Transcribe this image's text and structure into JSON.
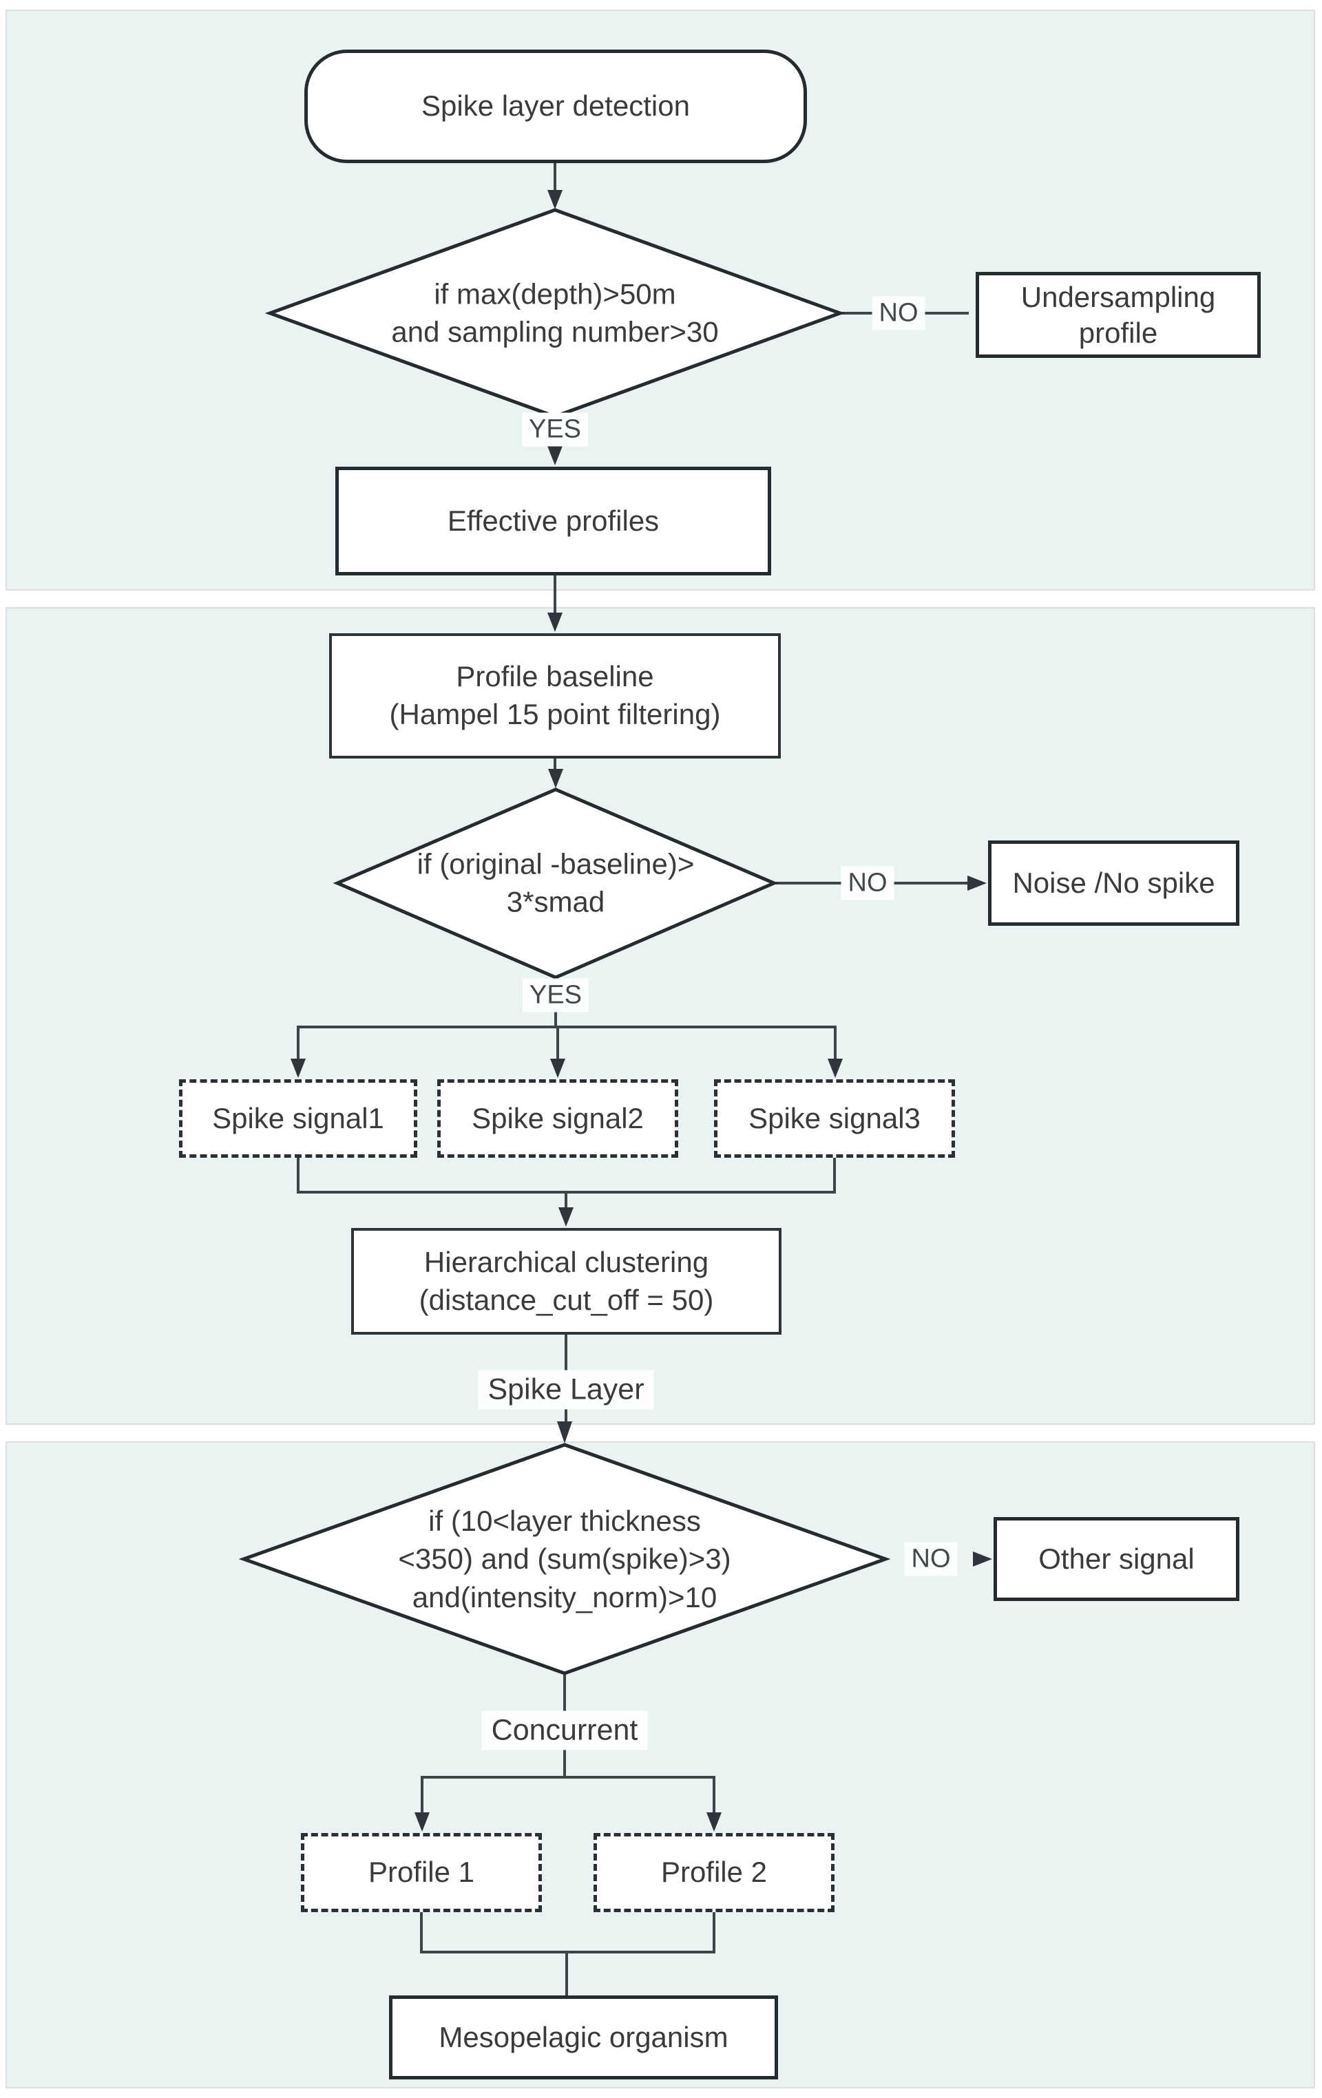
{
  "diagram": {
    "nodes": {
      "start": {
        "label": "Spike layer detection"
      },
      "decision1": {
        "line1": "if max(depth)>50m",
        "line2": "and sampling number>30"
      },
      "undersampling_profile": {
        "line1": "Undersampling",
        "line2": "profile"
      },
      "effective_profiles": {
        "label": "Effective profiles"
      },
      "profile_baseline": {
        "line1": "Profile baseline",
        "line2": "(Hampel 15 point filtering)"
      },
      "decision2": {
        "line1": "if (original -baseline)>",
        "line2": "3*smad"
      },
      "noise_no_spike": {
        "label": "Noise /No spike"
      },
      "spike_signal1": {
        "label": "Spike signal1"
      },
      "spike_signal2": {
        "label": "Spike signal2"
      },
      "spike_signal3": {
        "label": "Spike signal3"
      },
      "hierarchical_clustering": {
        "line1": "Hierarchical clustering",
        "line2": "(distance_cut_off = 50)"
      },
      "spike_layer": {
        "label": "Spike Layer"
      },
      "decision3": {
        "line1": "if (10<layer thickness",
        "line2": "<350) and  (sum(spike)>3)",
        "line3": "and(intensity_norm)>10"
      },
      "other_signal": {
        "label": "Other signal"
      },
      "concurrent": {
        "label": "Concurrent"
      },
      "profile1": {
        "label": "Profile 1"
      },
      "profile2": {
        "label": "Profile 2"
      },
      "mesopelagic_organism": {
        "label": "Mesopelagic organism"
      }
    },
    "edge_labels": {
      "no1": "NO",
      "yes1": "YES",
      "no2": "NO",
      "yes2": "YES",
      "no3": "NO"
    },
    "colors": {
      "page_bg": "#ffffff",
      "panel_bg": "#e9f4f2",
      "panel_border": "#dbdfe2",
      "shape_border": "#262b30",
      "connector": "#3f4449",
      "text": "#3b3b3b",
      "shape_bg": "#ffffff"
    }
  }
}
